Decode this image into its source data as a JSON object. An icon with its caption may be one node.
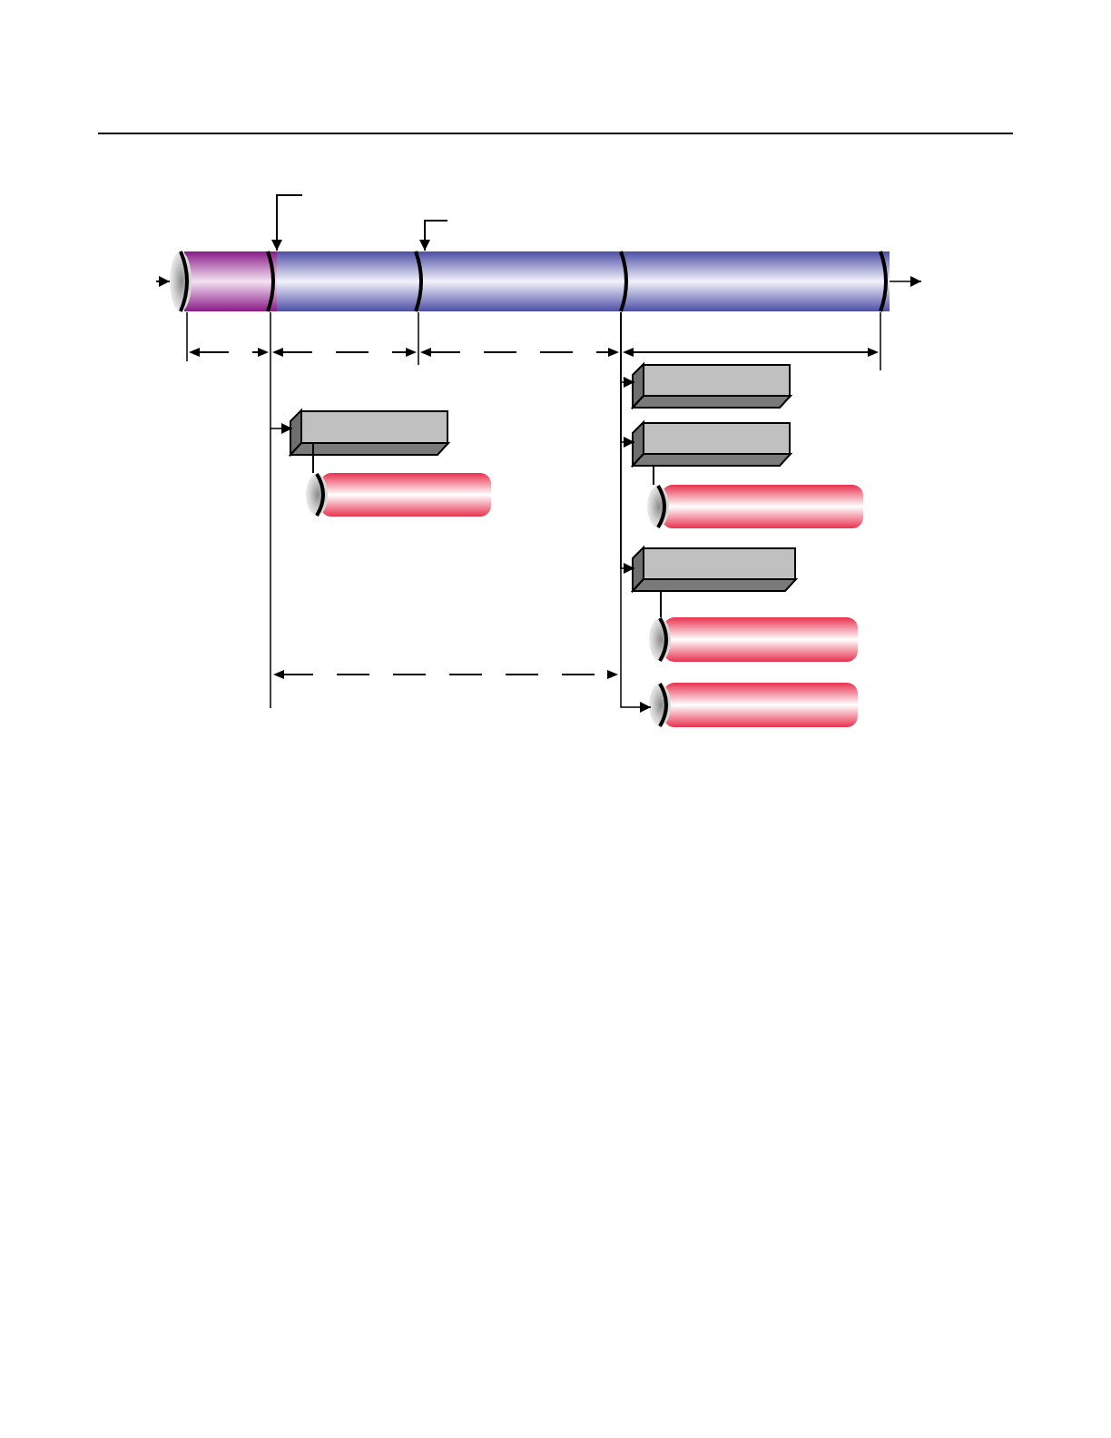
{
  "diagram": {
    "nodes": [
      {
        "text": [],
        "shape": "cylinder"
      },
      {
        "text": [],
        "shape": "cylinder"
      },
      {
        "text": [],
        "shape": "cylinder"
      },
      {
        "text": [],
        "shape": "cylinder"
      },
      {
        "text": [],
        "shape": "box"
      },
      {
        "text": [],
        "shape": "cylinder"
      },
      {
        "text": [],
        "shape": "box"
      },
      {
        "text": [],
        "shape": "box"
      },
      {
        "text": [],
        "shape": "cylinder"
      },
      {
        "text": [],
        "shape": "box"
      },
      {
        "text": [],
        "shape": "cylinder"
      },
      {
        "text": [],
        "shape": "cylinder"
      }
    ],
    "edges": [
      {
        "from": null,
        "to": 0,
        "arrow": "to"
      },
      {
        "from": 3,
        "to": null,
        "arrow": "to"
      },
      {
        "from": null,
        "to": 1,
        "arrow": "to"
      },
      {
        "from": null,
        "to": 2,
        "arrow": "to"
      },
      {
        "from": 0,
        "to": 4,
        "arrow": "to"
      },
      {
        "from": 2,
        "to": 6,
        "arrow": "to"
      },
      {
        "from": 2,
        "to": 7,
        "arrow": "to"
      },
      {
        "from": 2,
        "to": 9,
        "arrow": "to"
      },
      {
        "from": 2,
        "to": 11,
        "arrow": "to"
      },
      {
        "from": 4,
        "to": 5,
        "arrow": "none"
      },
      {
        "from": 7,
        "to": 8,
        "arrow": "none"
      },
      {
        "from": 9,
        "to": 10,
        "arrow": "none"
      }
    ]
  }
}
